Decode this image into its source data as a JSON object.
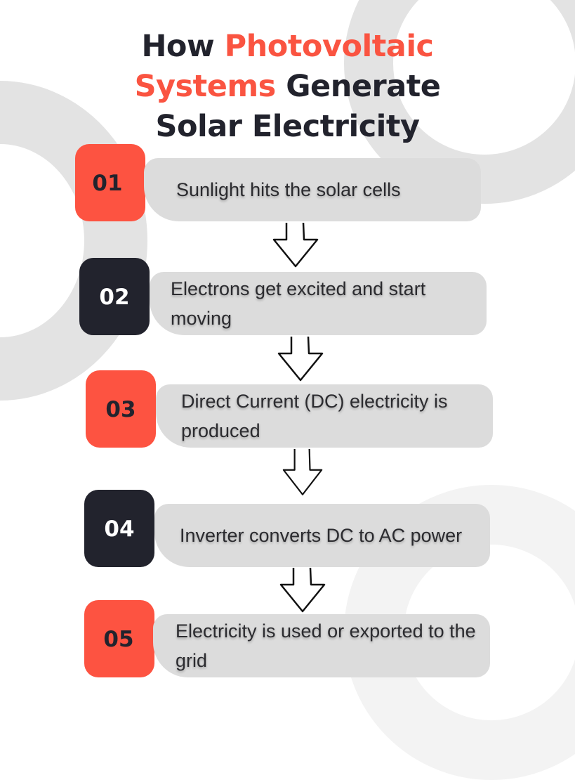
{
  "title": {
    "part1": "How ",
    "part2_accent": "Photovoltaic",
    "part3_accent": "Systems",
    "part4": " Generate",
    "part5": "Solar Electricity"
  },
  "colors": {
    "accent": "#fd5341",
    "dark": "#22232d",
    "card": "#dcdcdc",
    "ring": "#e3e3e3"
  },
  "steps": [
    {
      "number": "01",
      "text": "Sunlight hits the solar cells",
      "badge_color": "red"
    },
    {
      "number": "02",
      "text": "Electrons get excited and start moving",
      "badge_color": "dark"
    },
    {
      "number": "03",
      "text": "Direct Current (DC) electricity is produced",
      "badge_color": "red"
    },
    {
      "number": "04",
      "text": "Inverter converts DC to AC power",
      "badge_color": "dark"
    },
    {
      "number": "05",
      "text": "Electricity is used or exported to the grid",
      "badge_color": "red"
    }
  ],
  "connectors": [
    {
      "icon": "down-arrow-icon"
    },
    {
      "icon": "down-arrow-icon"
    },
    {
      "icon": "down-arrow-icon"
    },
    {
      "icon": "down-arrow-icon"
    }
  ]
}
